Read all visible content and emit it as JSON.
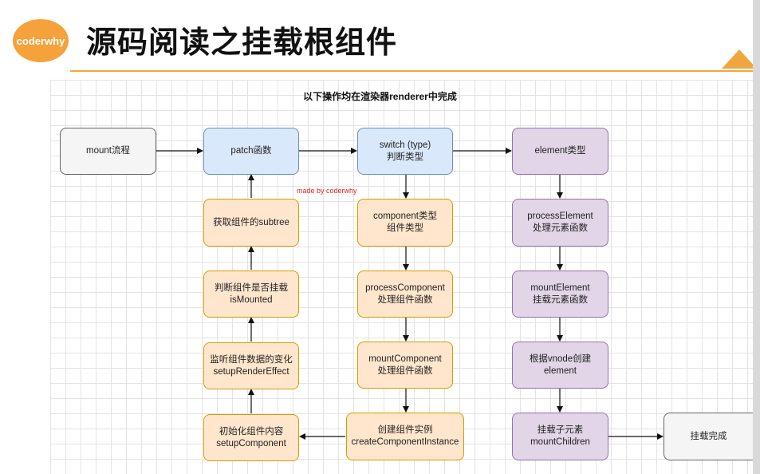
{
  "header": {
    "logo_text": "coderwhy",
    "title": "源码阅读之挂载根组件"
  },
  "diagram": {
    "heading": "以下操作均在渲染器renderer中完成",
    "watermark": "made by coderwhy",
    "nodes": {
      "mount": [
        "mount流程"
      ],
      "patch": [
        "patch函数"
      ],
      "switch": [
        "switch (type)",
        "判断类型"
      ],
      "element_type": [
        "element类型"
      ],
      "get_subtree": [
        "获取组件的subtree"
      ],
      "component_type": [
        "component类型",
        "组件类型"
      ],
      "process_element": [
        "processElement",
        "处理元素函数"
      ],
      "is_mounted": [
        "判断组件是否挂载",
        "isMounted"
      ],
      "process_component": [
        "processComponent",
        "处理组件函数"
      ],
      "mount_element": [
        "mountElement",
        "挂载元素函数"
      ],
      "render_effect": [
        "监听组件数据的变化",
        "setupRenderEffect"
      ],
      "mount_component": [
        "mountComponent",
        "处理组件函数"
      ],
      "create_element": [
        "根据vnode创建",
        "element"
      ],
      "setup_component": [
        "初始化组件内容",
        "setupComponent"
      ],
      "create_instance": [
        "创建组件实例",
        "createComponentInstance"
      ],
      "mount_children": [
        "挂载子元素",
        "mountChildren"
      ],
      "mount_done": [
        "挂载完成"
      ]
    }
  },
  "colors": {
    "accent": "#f0a640",
    "gray_fill": "#f5f5f5",
    "blue_fill": "#dae8fc",
    "orange_fill": "#ffe6cc",
    "purple_fill": "#e1d5e7",
    "watermark": "#e02020"
  }
}
